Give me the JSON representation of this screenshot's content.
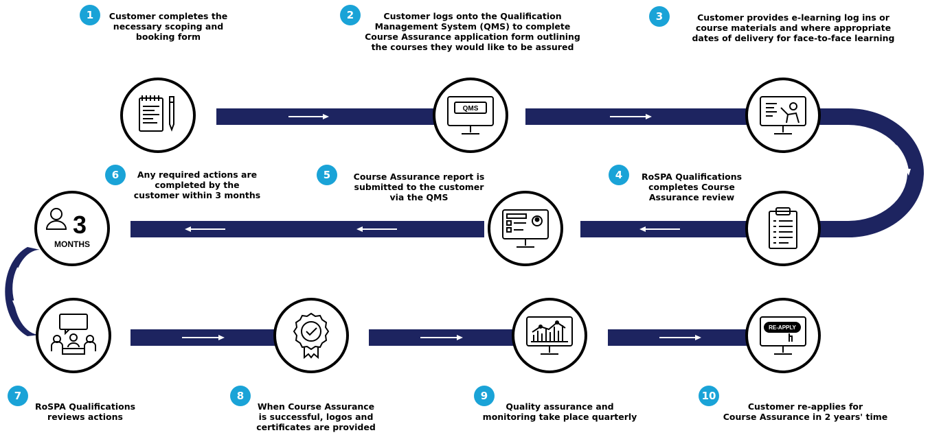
{
  "colors": {
    "track": "#1d2460",
    "badge": "#1aa3d7",
    "arrow": "#ffffff"
  },
  "steps": [
    {
      "number": "1",
      "lines": [
        "Customer completes the",
        "necessary scoping and",
        "booking form"
      ],
      "icon": "form-pen-icon"
    },
    {
      "number": "2",
      "lines": [
        "Customer logs onto the Qualification",
        "Management System (QMS) to complete",
        "Course Assurance application form outlining",
        "the courses they would like to be assured"
      ],
      "icon": "qms-monitor-icon"
    },
    {
      "number": "3",
      "lines": [
        "Customer provides e-learning log ins or",
        "course materials and where appropriate",
        "dates of delivery for face-to-face learning"
      ],
      "icon": "presentation-monitor-icon"
    },
    {
      "number": "4",
      "lines": [
        "RoSPA Qualifications",
        "completes Course",
        "Assurance review"
      ],
      "icon": "clipboard-icon"
    },
    {
      "number": "5",
      "lines": [
        "Course Assurance report is",
        "submitted to the customer",
        "via the QMS"
      ],
      "icon": "report-monitor-icon"
    },
    {
      "number": "6",
      "lines": [
        "Any required actions are",
        "completed by the",
        "customer within 3 months"
      ],
      "icon": "three-months-icon"
    },
    {
      "number": "7",
      "lines": [
        "RoSPA Qualifications",
        "reviews actions"
      ],
      "icon": "meeting-icon"
    },
    {
      "number": "8",
      "lines": [
        "When Course Assurance",
        "is successful, logos and",
        "certificates are provided"
      ],
      "icon": "certificate-badge-icon"
    },
    {
      "number": "9",
      "lines": [
        "Quality assurance and",
        "monitoring take place quarterly"
      ],
      "icon": "line-chart-monitor-icon"
    },
    {
      "number": "10",
      "lines": [
        "Customer re-applies for",
        "Course Assurance in 2 years' time"
      ],
      "icon": "reapply-monitor-icon"
    }
  ],
  "icon_labels": {
    "qms": "QMS",
    "months_number": "3",
    "months_word": "MONTHS",
    "reapply": "RE-APPLY"
  }
}
